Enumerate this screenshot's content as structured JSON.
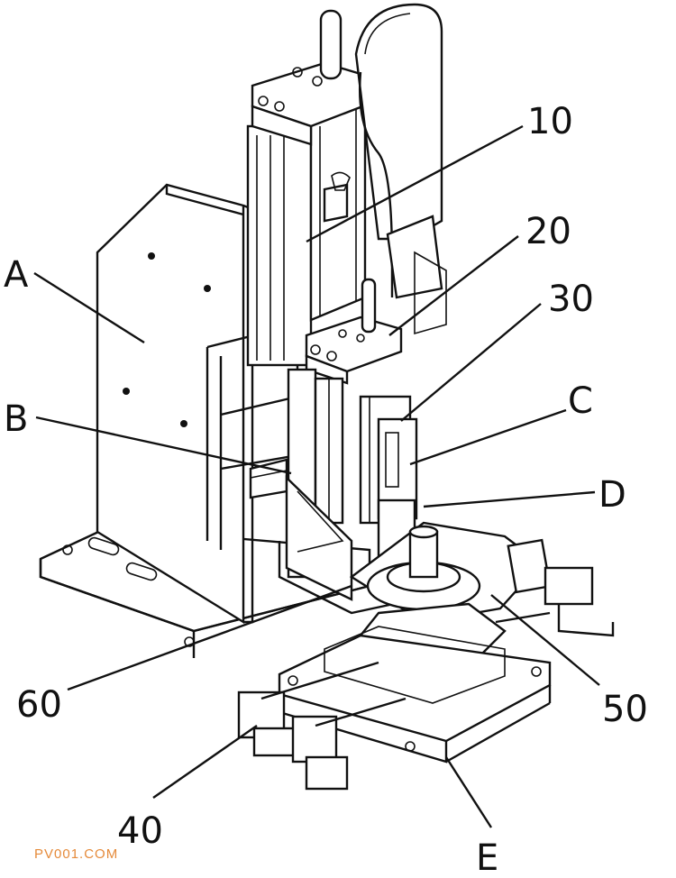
{
  "labels": {
    "l10": "10",
    "l20": "20",
    "l30": "30",
    "lA": "A",
    "lB": "B",
    "lC": "C",
    "lD": "D",
    "l60": "60",
    "l50": "50",
    "l40": "40",
    "lE": "E"
  },
  "watermark": "PV001.COM"
}
